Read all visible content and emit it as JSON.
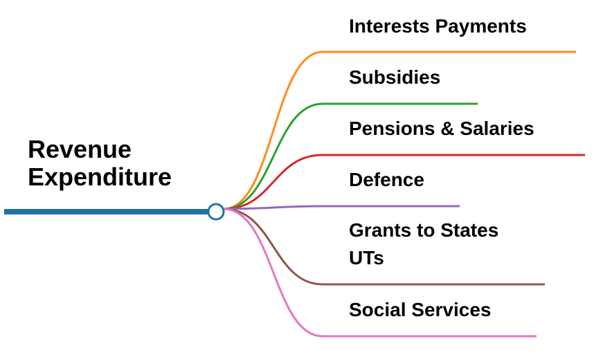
{
  "root": {
    "line1": "Revenue",
    "line2": "Expenditure",
    "color": "#2471a3"
  },
  "branches": [
    {
      "lines": [
        "Interests Payments"
      ],
      "color": "#ff8c1a"
    },
    {
      "lines": [
        "Subsidies"
      ],
      "color": "#2ca02c"
    },
    {
      "lines": [
        "Pensions & Salaries"
      ],
      "color": "#d62728"
    },
    {
      "lines": [
        "Defence"
      ],
      "color": "#9467bd"
    },
    {
      "lines": [
        "Grants to States",
        "UTs"
      ],
      "color": "#8c564b"
    },
    {
      "lines": [
        "Social Services"
      ],
      "color": "#e377c2"
    }
  ]
}
